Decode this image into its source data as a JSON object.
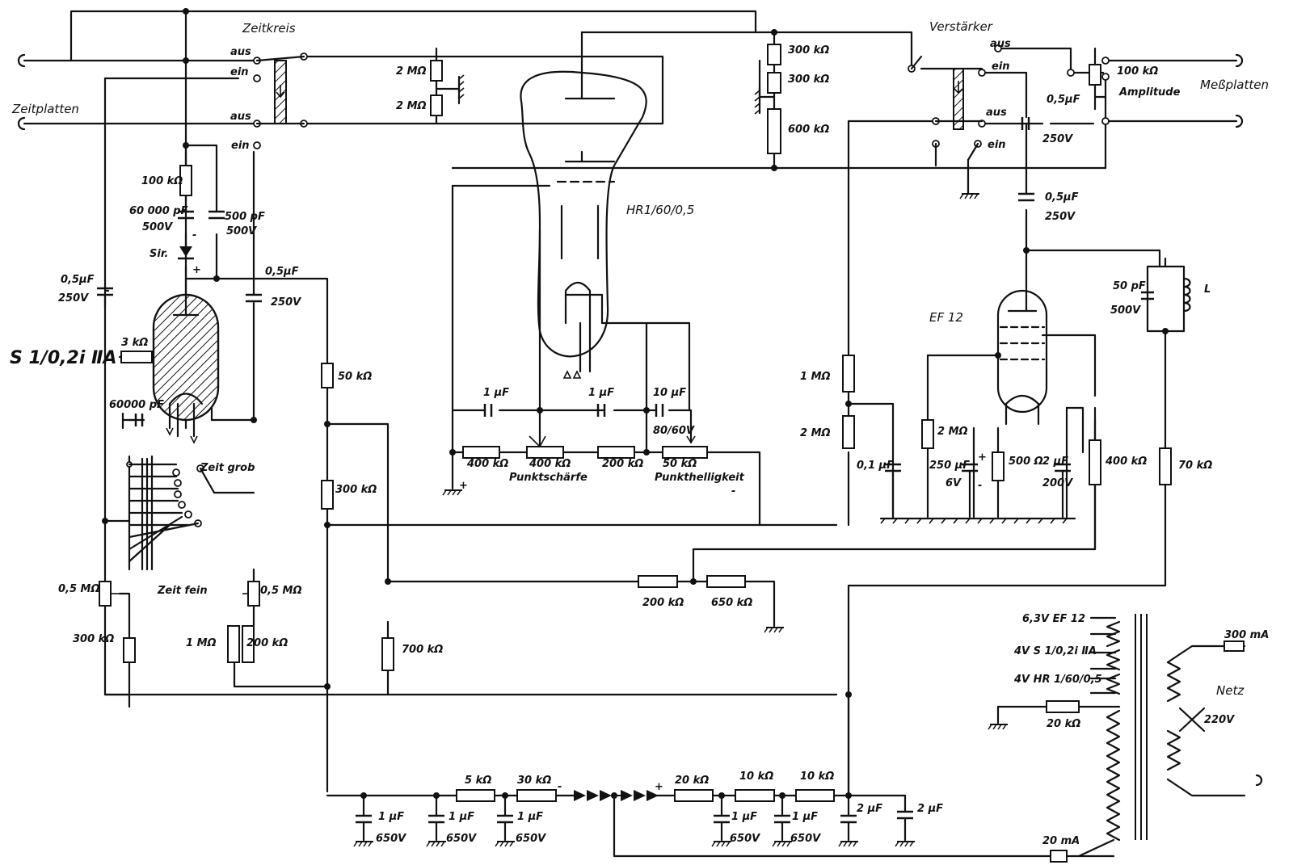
{
  "labels": {
    "zeitkreis": "Zeitkreis",
    "verstaerker": "Verstärker",
    "zeitplatten": "Zeitplatten",
    "messplatten": "Meßplatten",
    "amplitude": "Amplitude",
    "aus1": "aus",
    "ein1": "ein",
    "aus2": "aus",
    "ein2": "ein",
    "aus3": "aus",
    "ein3": "ein",
    "aus4": "aus",
    "ein4": "ein",
    "tube_hr": "HR1/60/0,5",
    "tube_s": "S 1/0,2i ⅡA",
    "tube_ef": "EF 12",
    "sir": "Sir.",
    "zeit_grob": "Zeit grob",
    "zeit_fein": "Zeit fein",
    "punktschaerfe": "Punktschärfe",
    "punkthelligkeit": "Punkthelligkeit",
    "netz": "Netz",
    "v220": "220V",
    "ma300": "300 mA",
    "ma20": "20 mA",
    "L": "L",
    "heater1": "6,3V EF 12",
    "heater2": "4V S 1/0,2i ⅡA",
    "heater3": "4V HR 1/60/0,5",
    "plus1": "+",
    "plus2": "+",
    "minus1": "-",
    "minus2": "-",
    "plus_sir": "+",
    "minus_sir": "-",
    "plus_cap": "+",
    "minus_cap": "-"
  },
  "components": {
    "r_300k_a": "300 kΩ",
    "r_300k_b": "300 kΩ",
    "r_600k": "600 kΩ",
    "r_2m_a": "2 MΩ",
    "r_2m_b": "2 MΩ",
    "r_100k_amp": "100 kΩ",
    "c_05uf_a": "0,5µF",
    "v_250_a": "250V",
    "c_05uf_b": "0,5µF",
    "v_250_b": "250V",
    "r_100k": "100 kΩ",
    "c_60000": "60 000 pF",
    "v_500_a": "500V",
    "c_500pf": "500 pF",
    "v_500_b": "500V",
    "c_05uf_c": "0,5µF",
    "v_250_c": "250V",
    "c_05uf_d": "0,5µF",
    "v_250_d": "250V",
    "r_3k": "3 kΩ",
    "c_60000b": "60000 pF",
    "r_50k": "50 kΩ",
    "r_300k_c": "300 kΩ",
    "c_1uf_a": "1 µF",
    "c_1uf_b": "1 µF",
    "c_10uf": "10 µF",
    "v_80_60": "80/60V",
    "r_400k_a": "400 kΩ",
    "r_400k_b": "400 kΩ",
    "r_200k_a": "200 kΩ",
    "r_50k_b": "50 kΩ",
    "r_1m": "1 MΩ",
    "r_2m_c": "2 MΩ",
    "c_01uf": "0,1 µF",
    "r_2m_d": "2 MΩ",
    "c_250uf": "250 µF",
    "v_6": "6V",
    "r_500": "500 Ω",
    "c_2uf_a": "2 µF",
    "v_200": "200V",
    "r_400k_c": "400 kΩ",
    "c_50pf": "50 pF",
    "v_500_c": "500V",
    "r_70k": "70 kΩ",
    "r_05m_a": "0,5 MΩ",
    "r_05m_b": "0,5 MΩ",
    "r_300k_d": "300 kΩ",
    "r_1m_b": "1 MΩ",
    "r_200k_b": "200 kΩ",
    "r_200k_c": "200 kΩ",
    "r_650k": "650 kΩ",
    "r_700k": "700 kΩ",
    "r_5k": "5 kΩ",
    "r_30k": "30 kΩ",
    "r_20k": "20 kΩ",
    "r_10k_a": "10 kΩ",
    "r_10k_b": "10 kΩ",
    "c_1uf_c": "1 µF",
    "v_650_a": "650V",
    "c_1uf_d": "1 µF",
    "v_650_b": "650V",
    "c_1uf_e": "1 µF",
    "v_650_c": "650V",
    "c_1uf_f": "1 µF",
    "v_650_d": "650V",
    "c_1uf_g": "1 µF",
    "v_650_e": "650V",
    "c_2uf_b": "2 µF",
    "c_2uf_c": "2 µF",
    "r_20k_b": "20 kΩ"
  }
}
